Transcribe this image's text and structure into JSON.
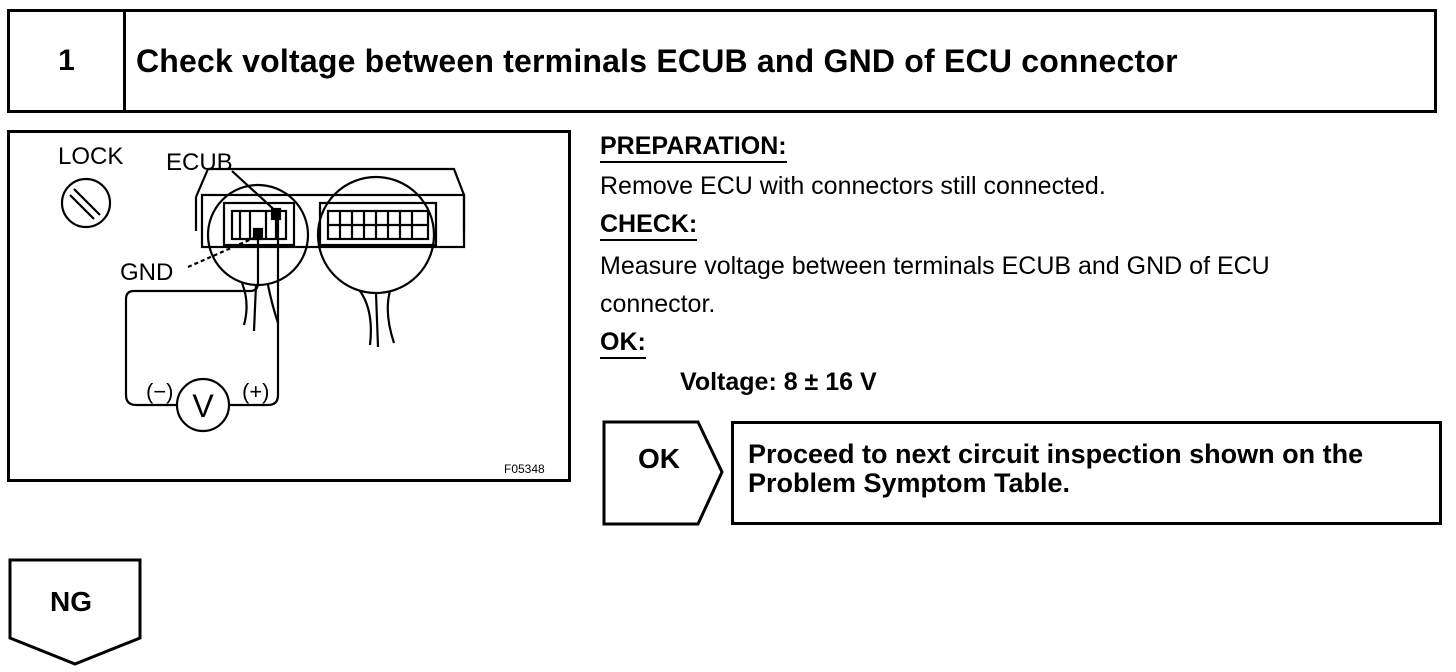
{
  "step": {
    "number": "1",
    "title": "Check voltage between terminals ECUB and GND of ECU connector"
  },
  "diagram": {
    "lock_label": "LOCK",
    "ecub_label": "ECUB",
    "gnd_label": "GND",
    "neg_label": "(−)",
    "pos_label": "(+)",
    "meter_symbol": "V",
    "figure_code": "F05348"
  },
  "preparation": {
    "heading": "PREPARATION:",
    "text": "Remove ECU with connectors still connected."
  },
  "check": {
    "heading": "CHECK:",
    "line1": "Measure voltage between terminals ECUB and GND of ECU",
    "line2": "connector."
  },
  "ok": {
    "heading": "OK:",
    "spec": "Voltage: 8 ± 16 V",
    "arrow_label": "OK",
    "result_line1": "Proceed to next circuit inspection shown on the",
    "result_line2": "Problem Symptom Table."
  },
  "ng": {
    "arrow_label": "NG"
  }
}
